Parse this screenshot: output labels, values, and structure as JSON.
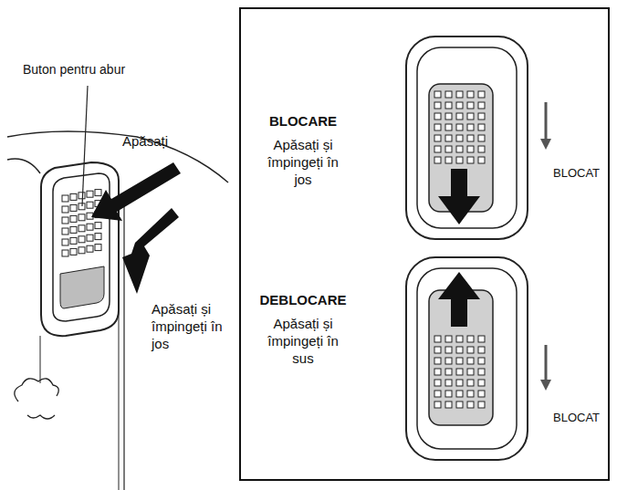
{
  "diagram": {
    "nodes": [
      {
        "text": [
          "BLOCARE",
          "Apăsați și împingeți în jos",
          "DEBLOCARE",
          "Apăsați și împingeți în sus",
          "BLOCAT",
          "BLOCAT"
        ]
      }
    ],
    "labels": [
      "Buton pentru abur",
      "Apăsați",
      "Apăsați și împingeți în jos"
    ]
  }
}
